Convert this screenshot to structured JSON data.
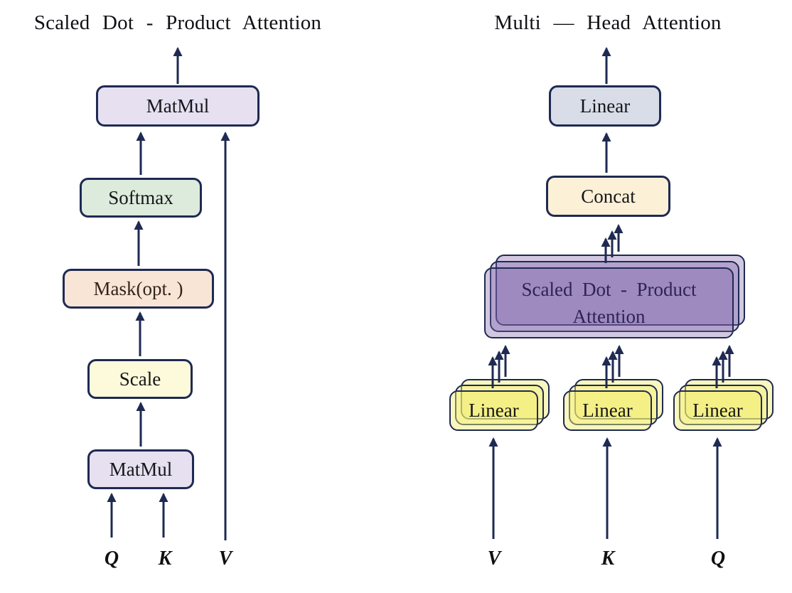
{
  "colors": {
    "ink": "#1e2a52",
    "sdpa_text": "#2b2357",
    "mask_text": "#34241c",
    "matmul_fill": "#e6e0f0",
    "softmax_fill": "#dcebdb",
    "mask_fill": "#f9e5d6",
    "scale_fill": "#fcfada",
    "linear_out_fill": "#d8dde7",
    "concat_fill": "#fcf0d6",
    "sdpa_layer_fill": "rgba(123,94,167,0.35)",
    "linear_layer_fill": "rgba(242,237,111,0.45)"
  },
  "left": {
    "title": "Scaled Dot - Product Attention",
    "matmul_top": "MatMul",
    "softmax": "Softmax",
    "mask": "Mask(opt. )",
    "scale": "Scale",
    "matmul_bottom": "MatMul",
    "input_q": "Q",
    "input_k": "K",
    "input_v": "V"
  },
  "right": {
    "title": "Multi — Head Attention",
    "linear_out": "Linear",
    "concat": "Concat",
    "sdpa_line1": "Scaled Dot - Product",
    "sdpa_line2": "Attention",
    "linear_v": "Linear",
    "linear_k": "Linear",
    "linear_q": "Linear",
    "input_v": "V",
    "input_k": "K",
    "input_q": "Q"
  }
}
